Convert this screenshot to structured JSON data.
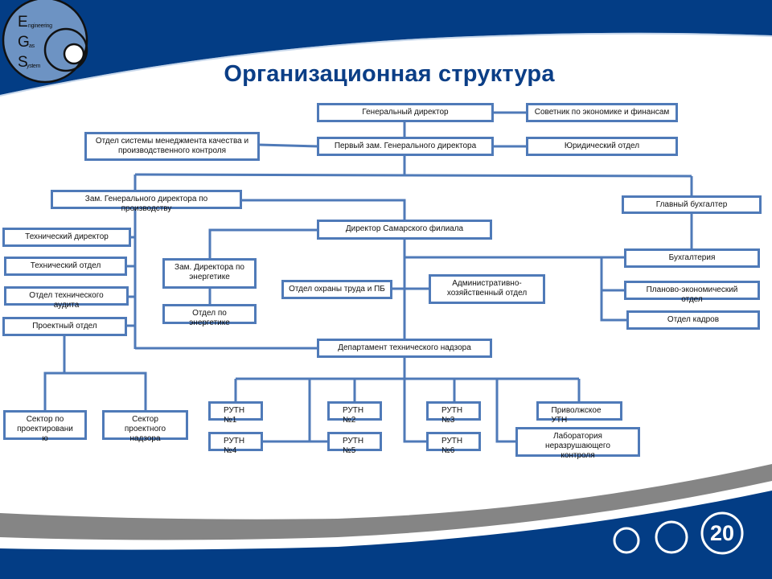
{
  "logo": {
    "letters": [
      "E",
      "G",
      "S"
    ],
    "words": [
      "ngineering",
      "as",
      "ystem"
    ]
  },
  "title": "Организационная структура",
  "nodes": {
    "general_director": "Генеральный директор",
    "advisor_economics": "Советник по экономике и финансам",
    "first_deputy": "Первый зам. Генерального директора",
    "legal_department": "Юридический отдел",
    "quality_management": "Отдел системы менеджмента качества и производственного контроля",
    "deputy_production": "Зам. Генерального директора по производству",
    "chief_accountant": "Главный бухгалтер",
    "technical_director": "Технический директор",
    "technical_department": "Технический отдел",
    "technical_audit": "Отдел технического аудита",
    "project_department": "Проектный отдел",
    "samara_branch_director": "Директор Самарского филиала",
    "deputy_energy": "Зам. Директора по энергетике",
    "energy_department": "Отдел по энергетике",
    "labor_safety": "Отдел охраны труда и ПБ",
    "administrative_department": "Административно-хозяйственный отдел",
    "accounting": "Бухгалтерия",
    "planning_economic": "Планово-экономический отдел",
    "hr_department": "Отдел кадров",
    "technical_supervision": "Департамент технического надзора",
    "design_sector": "Сектор по проектировани ю",
    "project_supervision_sector": "Сектор проектного надзора",
    "rutn_1": "РУТН №1",
    "rutn_2": "РУТН №2",
    "rutn_3": "РУТН №3",
    "rutn_4": "РУТН №4",
    "rutn_5": "РУТН №5",
    "rutn_6": "РУТН №6",
    "volga_utn": "Приволжское УТН",
    "ndt_lab": "Лаборатория неразрушающего контроля"
  },
  "footer": {
    "page_number": "20"
  },
  "colors": {
    "brand_blue": "#033d85",
    "title_blue": "#0b3e86",
    "box_border": "#4f7ab8",
    "stripe_gray": "#858585"
  }
}
